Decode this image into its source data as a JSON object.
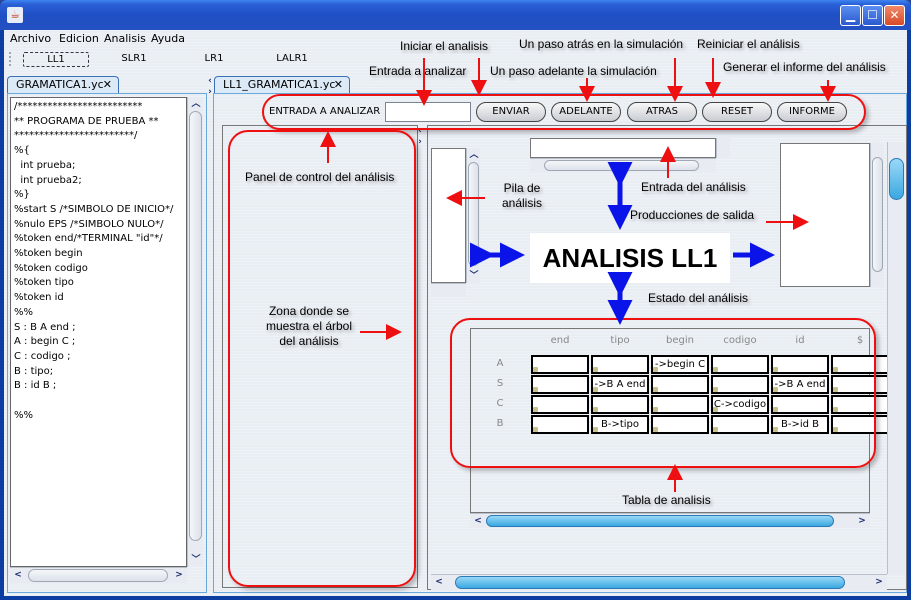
{
  "window": {
    "title": "",
    "app_icon": "java-icon",
    "controls": {
      "minimize": "▁",
      "maximize": "☐",
      "close": "✕"
    }
  },
  "menubar": [
    "Archivo",
    "Edicion",
    "Analisis",
    "Ayuda"
  ],
  "toolbar": {
    "items": [
      "LL1",
      "SLR1",
      "LR1",
      "LALR1"
    ],
    "selected": "LL1"
  },
  "left_panel": {
    "tab": {
      "label": "GRAMATICA1.yc",
      "close": "✕"
    },
    "code_lines": [
      "/*************************",
      "** PROGRAMA DE PRUEBA **",
      "************************/",
      "%{",
      "  int prueba;",
      "  int prueba2;",
      "%}",
      "%start S /*SIMBOLO DE INICIO*/",
      "%nulo EPS /*SIMBOLO NULO*/",
      "%token end/*TERMINAL \"id\"*/",
      "%token begin",
      "%token codigo",
      "%token tipo",
      "%token id",
      "%%",
      "S : B A end ;",
      "A : begin C ;",
      "C : codigo ;",
      "B : tipo;",
      "B : id B ;",
      "",
      "%%"
    ]
  },
  "right_panel": {
    "tab": {
      "label": "LL1_GRAMATICA1.yc",
      "close": "✕"
    },
    "control": {
      "input_label": "ENTRADA A ANALIZAR",
      "input_value": "",
      "buttons": [
        "ENVIAR",
        "ADELANTE",
        "ATRAS",
        "RESET",
        "INFORME"
      ]
    },
    "title": "ANALISIS LL1",
    "table": {
      "columns": [
        "end",
        "tipo",
        "begin",
        "codigo",
        "id",
        "$"
      ],
      "rows": [
        {
          "header": "A",
          "cells": [
            "",
            "",
            "->begin C",
            "",
            "",
            ""
          ]
        },
        {
          "header": "S",
          "cells": [
            "",
            "->B A end",
            "",
            "",
            "->B A end",
            ""
          ]
        },
        {
          "header": "C",
          "cells": [
            "",
            "",
            "",
            "C->codigo",
            "",
            ""
          ]
        },
        {
          "header": "B",
          "cells": [
            "",
            "B->tipo",
            "",
            "",
            "B->id B",
            ""
          ]
        }
      ]
    }
  },
  "annotations": {
    "entrada_analizar": "Entrada a analizar",
    "iniciar": "Iniciar el analisis",
    "paso_adelante": "Un paso adelante la simulación",
    "paso_atras": "Un paso atrás en la simulación",
    "reiniciar": "Reiniciar el análisis",
    "informe": "Generar el informe del análisis",
    "panel_control": "Panel de control del análisis",
    "pila": "Pila de análisis",
    "entrada_del_analisis": "Entrada del análisis",
    "producciones": "Producciones de salida",
    "estado": "Estado del análisis",
    "arbol": "Zona donde se muestra el árbol del análisis",
    "tabla": "Tabla de analisis"
  },
  "colors": {
    "annotation_red": "#ee1010",
    "annotation_blue": "#0a14e8",
    "title_bar": "#2451c2"
  }
}
